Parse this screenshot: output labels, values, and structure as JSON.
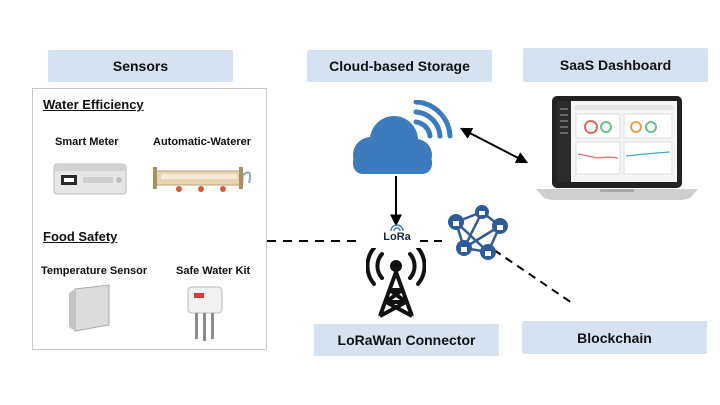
{
  "labels": {
    "sensors": "Sensors",
    "cloud_storage": "Cloud-based Storage",
    "saas_dashboard": "SaaS Dashboard",
    "lorawan_connector": "LoRaWan Connector",
    "blockchain": "Blockchain"
  },
  "sensors": {
    "water_efficiency": {
      "title": "Water Efficiency",
      "devices": [
        "Smart Meter",
        "Automatic-Waterer"
      ]
    },
    "food_safety": {
      "title": "Food Safety",
      "devices": [
        "Temperature Sensor",
        "Safe Water Kit"
      ]
    }
  },
  "lora_logo_text": "LoRa",
  "colors": {
    "label_bg": "#d6e2ef",
    "cloud_blue": "#3d7bbf",
    "network_blue": "#2f5c98",
    "laptop_dark": "#222222"
  }
}
